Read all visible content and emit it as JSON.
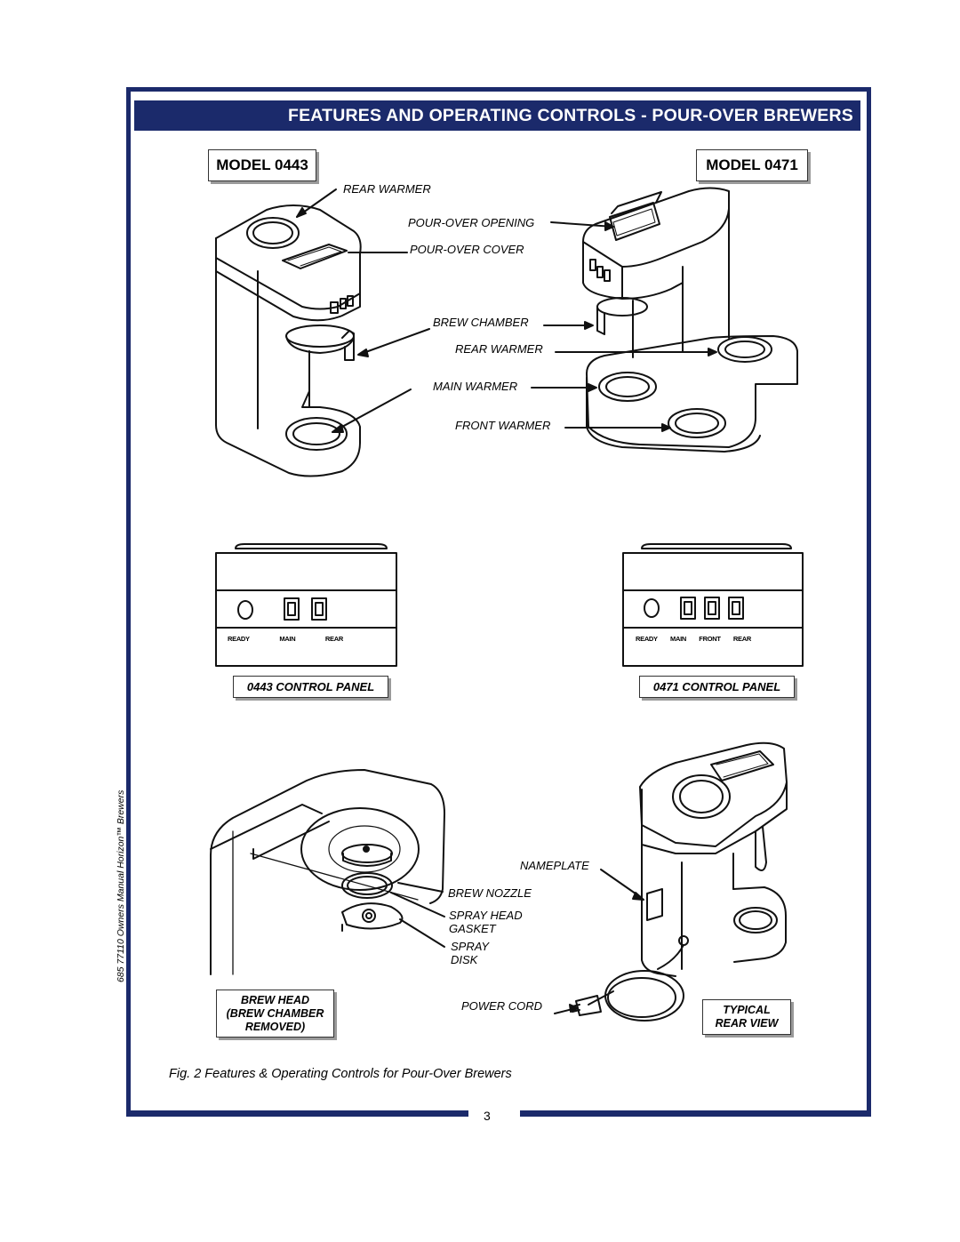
{
  "header": {
    "title": "FEATURES AND OPERATING CONTROLS - POUR-OVER BREWERS"
  },
  "models": {
    "left": "MODEL 0443",
    "right": "MODEL 0471"
  },
  "callouts": {
    "rear_warmer_top": "REAR WARMER",
    "pour_over_opening": "POUR-OVER OPENING",
    "pour_over_cover": "POUR-OVER COVER",
    "brew_chamber": "BREW CHAMBER",
    "rear_warmer": "REAR WARMER",
    "main_warmer": "MAIN WARMER",
    "front_warmer": "FRONT WARMER",
    "nameplate": "NAMEPLATE",
    "brew_nozzle": "BREW NOZZLE",
    "spray_head_gasket": "SPRAY HEAD\nGASKET",
    "spray_disk": "SPRAY\nDISK",
    "power_cord": "POWER CORD"
  },
  "control_panels": {
    "left": {
      "title": "0443 CONTROL PANEL",
      "labels": [
        "READY",
        "MAIN",
        "REAR"
      ]
    },
    "right": {
      "title": "0471 CONTROL PANEL",
      "labels": [
        "READY",
        "MAIN",
        "FRONT",
        "REAR"
      ]
    }
  },
  "brew_head": {
    "line1": "BREW HEAD",
    "line2": "(BREW CHAMBER",
    "line3": "REMOVED)"
  },
  "rear_view": {
    "line1": "TYPICAL",
    "line2": "REAR VIEW"
  },
  "side_text": "685  77110  Owners Manual Horizon™ Brewers",
  "caption": "Fig. 2  Features & Operating Controls for Pour-Over Brewers",
  "page_number": "3",
  "colors": {
    "navy": "#1b2a6b"
  }
}
